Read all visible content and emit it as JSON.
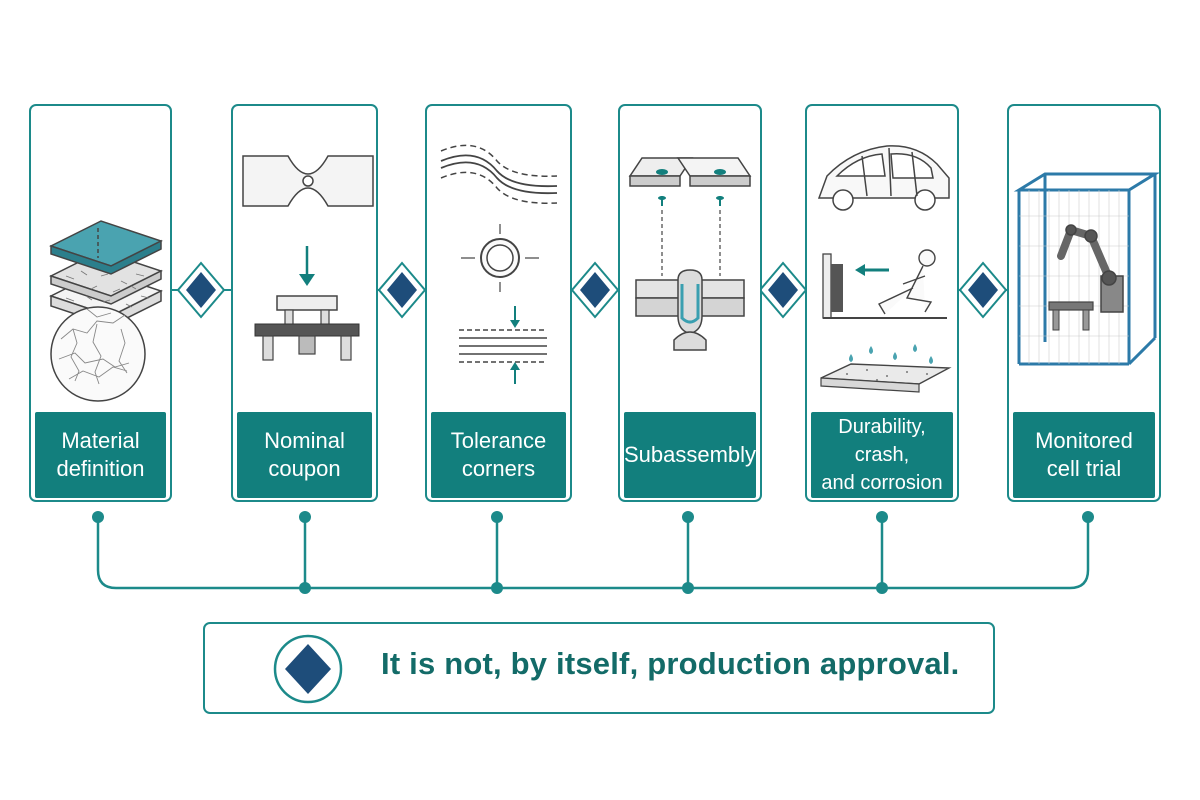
{
  "stages": [
    {
      "label": "Material\ndefinition",
      "icon": "material-layers-icon"
    },
    {
      "label": "Nominal\ncoupon",
      "icon": "coupon-test-icon"
    },
    {
      "label": "Tolerance\ncorners",
      "icon": "tolerance-icon"
    },
    {
      "label": "Subassembly",
      "icon": "riveted-joint-icon"
    },
    {
      "label": "Durability, crash,\nand corrosion",
      "icon": "durability-crash-corrosion-icon"
    },
    {
      "label": "Monitored\ncell trial",
      "icon": "robot-cell-icon"
    }
  ],
  "note": {
    "text": "It is not, by itself, production approval.",
    "icon": "diamond-icon"
  },
  "colors": {
    "teal": "#127f7d",
    "navy": "#1e4d7a",
    "gray": "#555555"
  }
}
